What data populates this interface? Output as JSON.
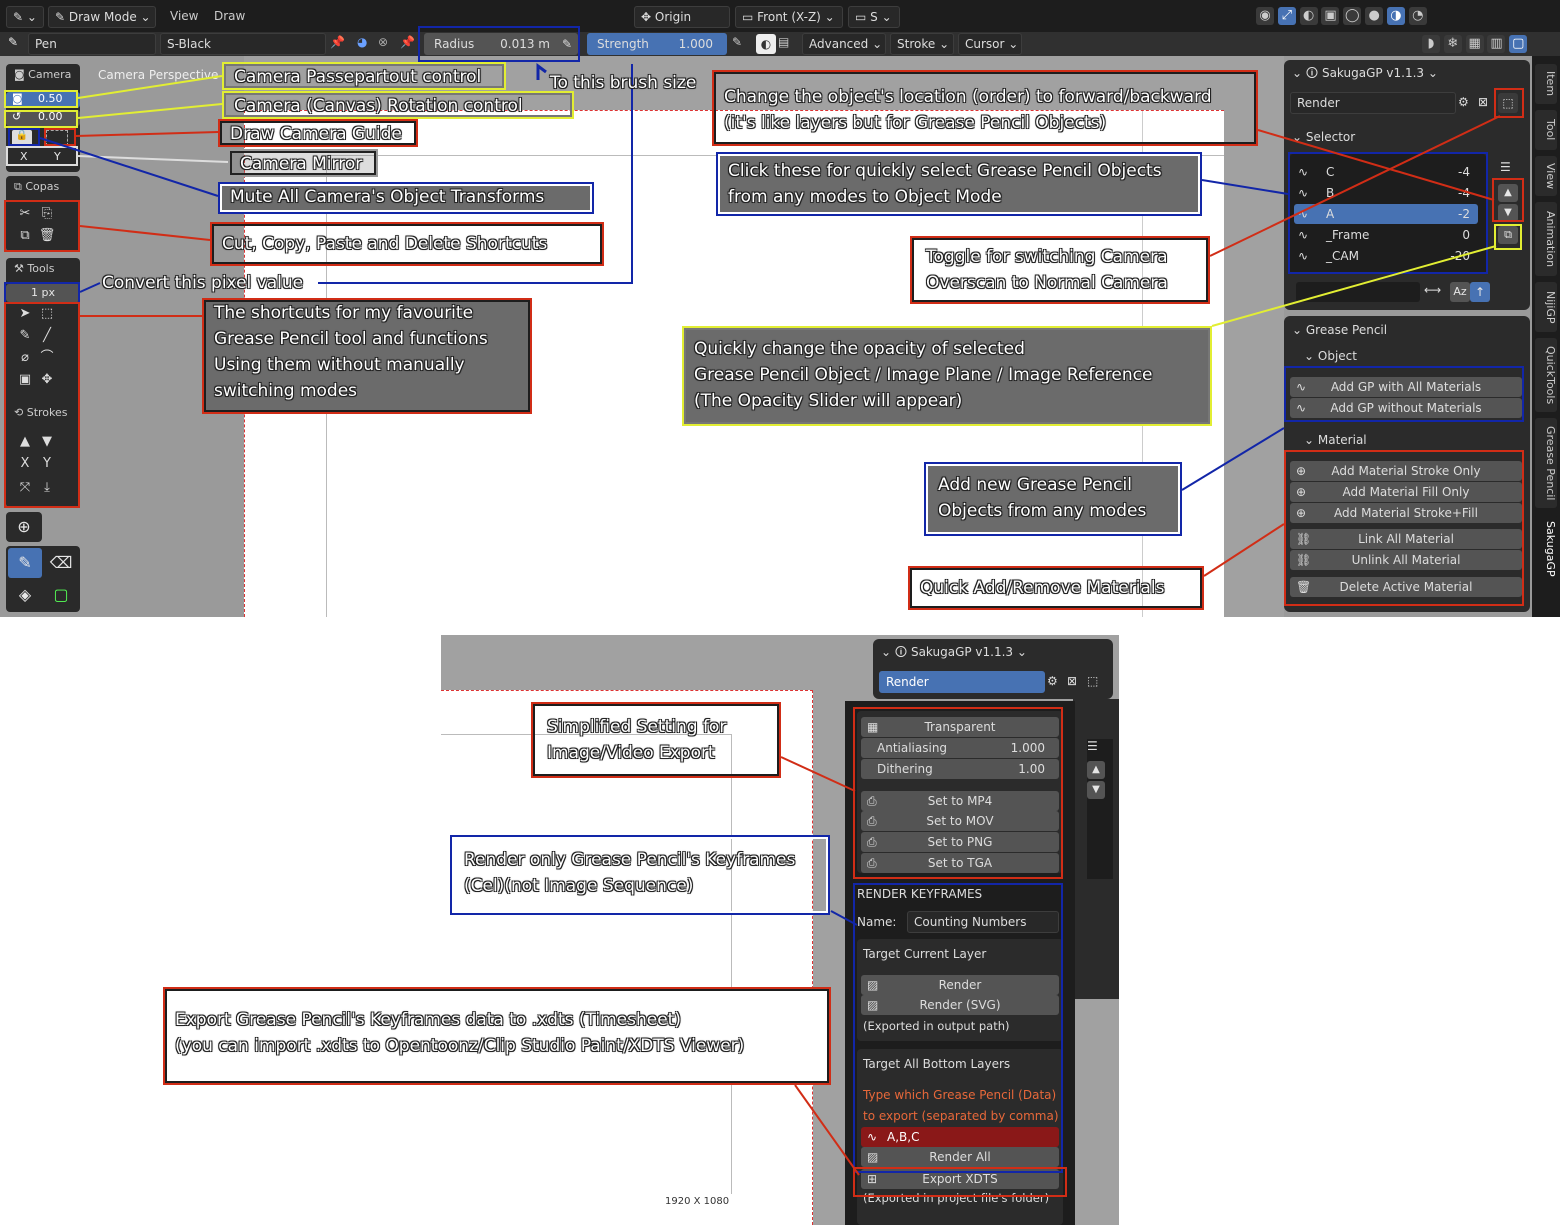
{
  "header": {
    "mode": "Draw Mode",
    "menu_view": "View",
    "menu_draw": "Draw",
    "pivot": "Origin",
    "view": "Front (X-Z)",
    "axis": "S"
  },
  "tool_header": {
    "brush": "Pen",
    "material": "S-Black",
    "radius_label": "Radius",
    "radius_value": "0.013 m",
    "strength_label": "Strength",
    "strength_value": "1.000",
    "advanced": "Advanced",
    "stroke": "Stroke",
    "cursor": "Cursor"
  },
  "left_toolbar": {
    "camera_label": "Camera",
    "passepartout": "0.50",
    "rotation": "0.00",
    "mirror_x": "X",
    "mirror_y": "Y",
    "copas_label": "Copas",
    "tools_label": "Tools",
    "pixel_value": "1 px",
    "strokes_label": "Strokes",
    "strokes_x": "X",
    "strokes_y": "Y"
  },
  "viewport": {
    "camera_perspective": "Camera Perspective",
    "dimensions": "1920 X 1080"
  },
  "npanel": {
    "addon_title": "SakugaGP v1.1.3",
    "render_select": "Render",
    "selector_label": "Selector",
    "objects": [
      {
        "name": "C",
        "value": "-4"
      },
      {
        "name": "B",
        "value": "-4"
      },
      {
        "name": "A",
        "value": "-2"
      },
      {
        "name": "_Frame",
        "value": "0"
      },
      {
        "name": "_CAM",
        "value": "-20"
      }
    ],
    "sort_label": "Az",
    "gp_label": "Grease Pencil",
    "object_label": "Object",
    "add_gp_all": "Add GP with All Materials",
    "add_gp_none": "Add GP without Materials",
    "material_label": "Material",
    "add_stroke": "Add Material Stroke Only",
    "add_fill": "Add Material Fill Only",
    "add_both": "Add Material Stroke+Fill",
    "link_all": "Link All Material",
    "unlink_all": "Unlink All Material",
    "delete_active": "Delete Active Material"
  },
  "side_tabs": [
    "Item",
    "Tool",
    "View",
    "Animation",
    "NijiGP",
    "QuickTools",
    "Grease Pencil",
    "SakugaGP"
  ],
  "render_panel": {
    "addon_title": "SakugaGP v1.1.3",
    "render_select": "Render",
    "transparent": "Transparent",
    "antialiasing_label": "Antialiasing",
    "antialiasing_value": "1.000",
    "dithering_label": "Dithering",
    "dithering_value": "1.00",
    "set_mp4": "Set to MP4",
    "set_mov": "Set to MOV",
    "set_png": "Set to PNG",
    "set_tga": "Set to TGA",
    "keyframes_label": "RENDER KEYFRAMES",
    "name_label": "Name:",
    "name_value": "Counting Numbers",
    "current_layer": "Target Current Layer",
    "render": "Render",
    "render_svg": "Render (SVG)",
    "output_note": "(Exported in output path)",
    "bottom_layers": "Target All Bottom Layers",
    "type_note": "Type which Grease Pencil (Data) to export (separated by comma)",
    "data_field": "A,B,C",
    "render_all": "Render All",
    "export_xdts": "Export XDTS",
    "project_note": "(Exported in project file's folder)"
  },
  "callouts": {
    "passepartout": "Camera Passepartout control",
    "rotation": "Camera (Canvas) Rotation control",
    "guide": "Draw Camera Guide",
    "mirror": "Camera Mirror",
    "mute": "Mute All Camera's Object Transforms",
    "cut": "Cut, Copy, Paste and Delete Shortcuts",
    "convert": "Convert this pixel value",
    "brush": "To this brush size",
    "shortcuts": "The shortcuts for my favourite\nGrease Pencil tool and functions\nUsing them without manually\nswitching modes",
    "order": "Change the object's location (order) to forward/backward\n(it's like layers but for Grease Pencil Objects)",
    "select": "Click these for quickly select Grease Pencil Objects\nfrom any modes to Object Mode",
    "overscan": "Toggle for switching Camera\nOverscan to Normal Camera",
    "opacity": "Quickly change the opacity of selected\nGrease Pencil Object / Image Plane / Image Reference\n(The Opacity Slider will appear)",
    "addgp": "Add new Grease Pencil\nObjects from any modes",
    "materials": "Quick Add/Remove Materials",
    "export_settings": "Simplified Setting for\nImage/Video Export",
    "render_keys": "Render only Grease Pencil's Keyframes\n(Cel)(not Image Sequence)",
    "xdts": "Export Grease Pencil's Keyframes data to .xdts (Timesheet)\n(you can import .xdts to Opentoonz/Clip Studio Paint/XDTS Viewer)"
  }
}
